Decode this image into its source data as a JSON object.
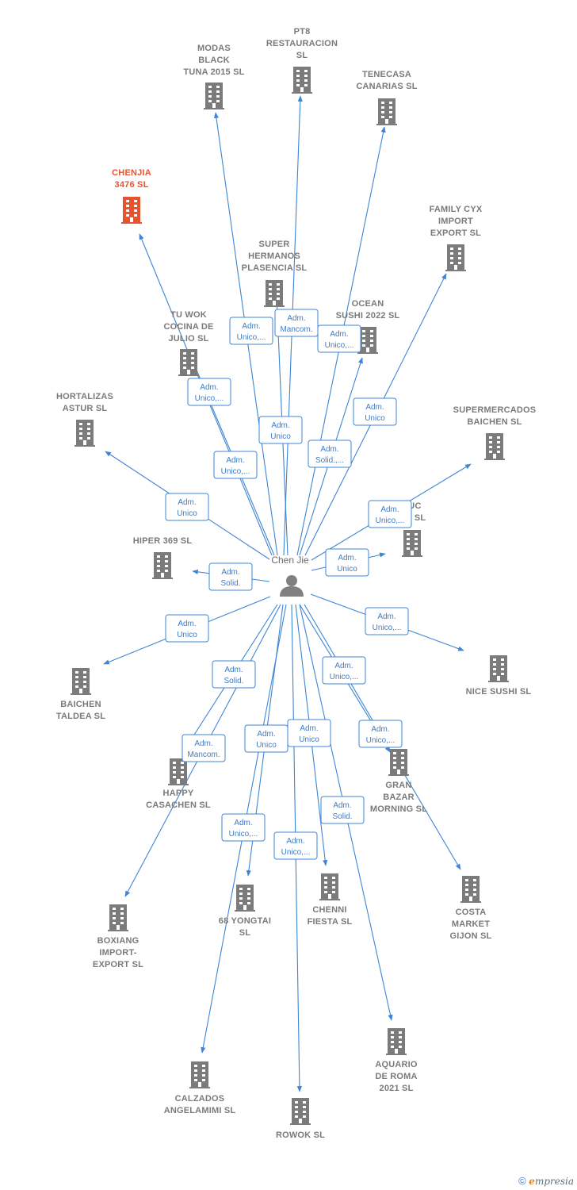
{
  "center": {
    "name": "Chen Jie"
  },
  "colors": {
    "edge": "#3d85d6",
    "building": "#7b7b7b",
    "highlight": "#e8532d",
    "label": "#7a7a7a"
  },
  "icons": {
    "building": "building-icon",
    "person": "person-icon"
  },
  "nodes": [
    {
      "id": "modas",
      "label": [
        "MODAS",
        "BLACK",
        "TUNA 2015 SL"
      ],
      "role": [
        "Adm.",
        "Unico,..."
      ]
    },
    {
      "id": "pt8",
      "label": [
        "PT8",
        "RESTAURACION",
        "SL"
      ],
      "role": [
        "Adm.",
        "Mancom."
      ]
    },
    {
      "id": "tenecasa",
      "label": [
        "TENECASA",
        "CANARIAS SL"
      ],
      "role": [
        "Adm.",
        "Unico,..."
      ]
    },
    {
      "id": "chenjia",
      "label": [
        "CHENJIA",
        "3476 SL"
      ],
      "role": [
        "Adm.",
        "Unico,..."
      ],
      "highlight": true
    },
    {
      "id": "family",
      "label": [
        "FAMILY CYX",
        "IMPORT",
        "EXPORT SL"
      ],
      "role": [
        "Adm.",
        "Unico"
      ]
    },
    {
      "id": "super",
      "label": [
        "SUPER",
        "HERMANOS",
        "PLASENCIA SL"
      ],
      "role": [
        "Adm.",
        "Unico"
      ]
    },
    {
      "id": "ocean",
      "label": [
        "OCEAN",
        "SUSHI 2022 SL"
      ],
      "role": [
        "Adm.",
        "Solid.,..."
      ]
    },
    {
      "id": "tuwok",
      "label": [
        "TU WOK",
        "COCINA DE",
        "JULIO SL"
      ],
      "role": [
        "Adm.",
        "Unico,..."
      ]
    },
    {
      "id": "hortalizas",
      "label": [
        "HORTALIZAS",
        "ASTUR SL"
      ],
      "role": [
        "Adm.",
        "Unico"
      ]
    },
    {
      "id": "supermercados",
      "label": [
        "SUPERMERCADOS",
        "BAICHEN SL"
      ],
      "role": [
        "Adm.",
        "Unico,..."
      ]
    },
    {
      "id": "luc",
      "label": [
        "LUC",
        "TIL SL"
      ],
      "role": [
        "Adm.",
        "Unico"
      ]
    },
    {
      "id": "hiper",
      "label": [
        "HIPER 369 SL"
      ],
      "role": [
        "Adm.",
        "Solid."
      ]
    },
    {
      "id": "nice",
      "label": [
        "NICE SUSHI SL"
      ],
      "role": [
        "Adm.",
        "Unico,..."
      ]
    },
    {
      "id": "baichen",
      "label": [
        "BAICHEN",
        "TALDEA SL"
      ],
      "role": [
        "Adm.",
        "Unico"
      ]
    },
    {
      "id": "gran",
      "label": [
        "GRAN",
        "BAZAR",
        "MORNING SL"
      ],
      "role": [
        "Adm.",
        "Unico,..."
      ]
    },
    {
      "id": "happy",
      "label": [
        "HAPPY",
        "CASACHEN SL"
      ],
      "role": [
        "Adm.",
        "Mancom."
      ]
    },
    {
      "id": "boxiang",
      "label": [
        "BOXIANG",
        "IMPORT-",
        "EXPORT SL"
      ],
      "role": [
        "Adm.",
        "Solid."
      ]
    },
    {
      "id": "costa",
      "label": [
        "COSTA",
        "MARKET",
        "GIJON SL"
      ],
      "role": [
        "Adm.",
        "Unico,..."
      ]
    },
    {
      "id": "yongtai",
      "label": [
        "68 YONGTAI",
        "SL"
      ],
      "role": [
        "Adm.",
        "Unico"
      ]
    },
    {
      "id": "chenni",
      "label": [
        "CHENNI",
        "FIESTA SL"
      ],
      "role": [
        "Adm.",
        "Unico"
      ]
    },
    {
      "id": "aquario",
      "label": [
        "AQUARIO",
        "DE ROMA",
        "2021 SL"
      ],
      "role": [
        "Adm.",
        "Solid."
      ]
    },
    {
      "id": "calzados",
      "label": [
        "CALZADOS",
        "ANGELAMIMI SL"
      ],
      "role": [
        "Adm.",
        "Unico,..."
      ]
    },
    {
      "id": "rowok",
      "label": [
        "ROWOK SL"
      ],
      "role": [
        "Adm.",
        "Unico,..."
      ]
    }
  ],
  "footer": {
    "copyright": "©",
    "brand": "mpresia",
    "brand_initial": "e"
  }
}
